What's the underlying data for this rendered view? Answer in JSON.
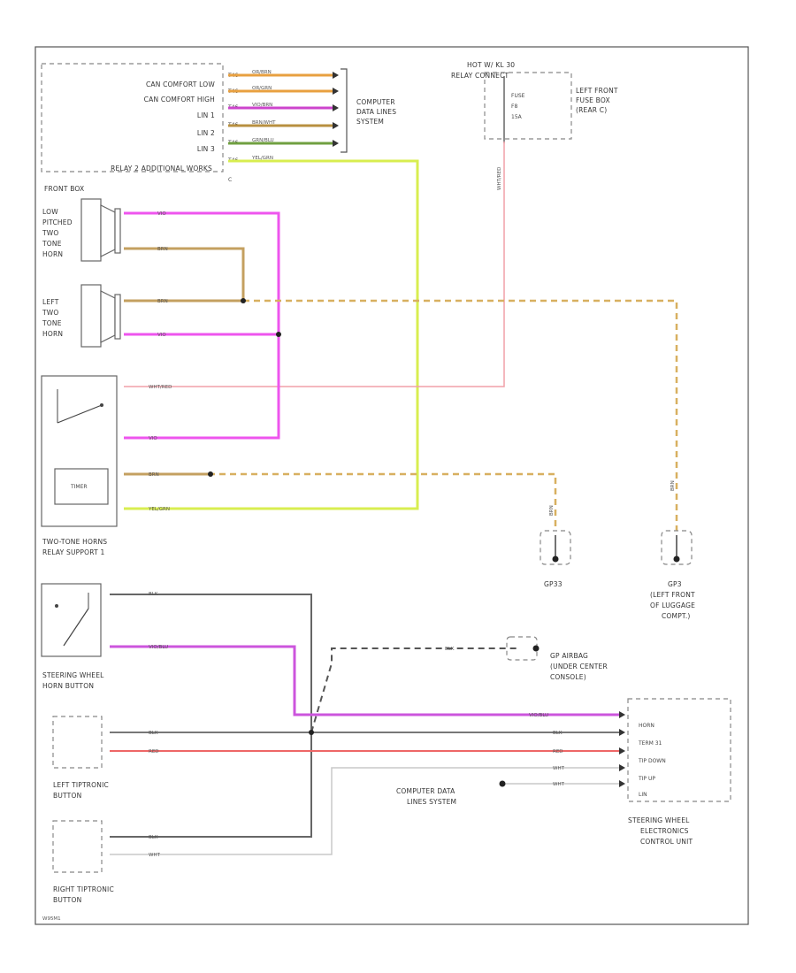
{
  "diagram": {
    "top_connector": {
      "pins": [
        {
          "num": "T46",
          "label": "CAN COMFORT LOW",
          "wire": "OR/BRN",
          "color": "#e8a040"
        },
        {
          "num": "T46",
          "label": "CAN COMFORT HIGH",
          "wire": "OR/GRN",
          "color": "#e8a040"
        },
        {
          "num": "T46",
          "label": "LIN 1",
          "wire": "VIO/BRN",
          "color": "#cc44cc"
        },
        {
          "num": "T46",
          "label": "LIN 2",
          "wire": "BRN/WHT",
          "color": "#b89040"
        },
        {
          "num": "T46",
          "label": "LIN 3",
          "wire": "GRN/BLU",
          "color": "#70a040"
        },
        {
          "num": "T46",
          "label": "",
          "wire": "YEL/GRN",
          "color": "#d8e850"
        }
      ],
      "bottom_label": "RELAY 2 ADDITIONAL WORKS",
      "bottom_pin": "C",
      "front_label": "FRONT BOX",
      "right_label_lines": [
        "COMPUTER",
        "DATA LINES",
        "SYSTEM"
      ]
    },
    "fuse_box": {
      "hot_lines": [
        "HOT W/ KL 30",
        "RELAY CONNECT"
      ],
      "fuse_lines": [
        "FUSE",
        "F8",
        "15A"
      ],
      "side_label_lines": [
        "LEFT FRONT",
        "FUSE BOX",
        "(REAR C)"
      ],
      "wire_label": "WHT/RED"
    },
    "components": {
      "low_horn": [
        "LOW",
        "PITCHED",
        "TWO",
        "TONE",
        "HORN"
      ],
      "left_horn": [
        "LEFT",
        "TWO",
        "TONE",
        "HORN"
      ],
      "relay_label": [
        "TWO-TONE HORNS",
        "RELAY SUPPORT 1"
      ],
      "relay_inner": "TIMER",
      "horn_button": [
        "STEERING WHEEL",
        "HORN BUTTON"
      ],
      "left_tip": [
        "LEFT TIPTRONIC",
        "BUTTON"
      ],
      "right_tip": [
        "RIGHT TIPTRONIC",
        "BUTTON"
      ],
      "airbag_ground": [
        "GP AIRBAG",
        "(UNDER CENTER",
        "CONSOLE)"
      ],
      "computer_lines": [
        "COMPUTER DATA",
        "LINES SYSTEM"
      ],
      "gp33": "GP33",
      "gp3": [
        "GP3",
        "(LEFT FRONT",
        "OF LUGGAGE",
        "COMPT.)"
      ],
      "swecu_pins": [
        "HORN",
        "TERM 31",
        "TIP DOWN",
        "TIP UP",
        "LIN"
      ],
      "swecu_label": [
        "STEERING WHEEL",
        "ELECTRONICS",
        "CONTROL UNIT"
      ]
    },
    "wires": {
      "vio": "VIO",
      "brn": "BRN",
      "wht_red": "WHT/RED",
      "yel_grn": "YEL/GRN",
      "blk": "BLK",
      "vio_blu": "VIO/BLU",
      "red": "RED",
      "wht": "WHT"
    },
    "footer_code": "W95M1"
  }
}
